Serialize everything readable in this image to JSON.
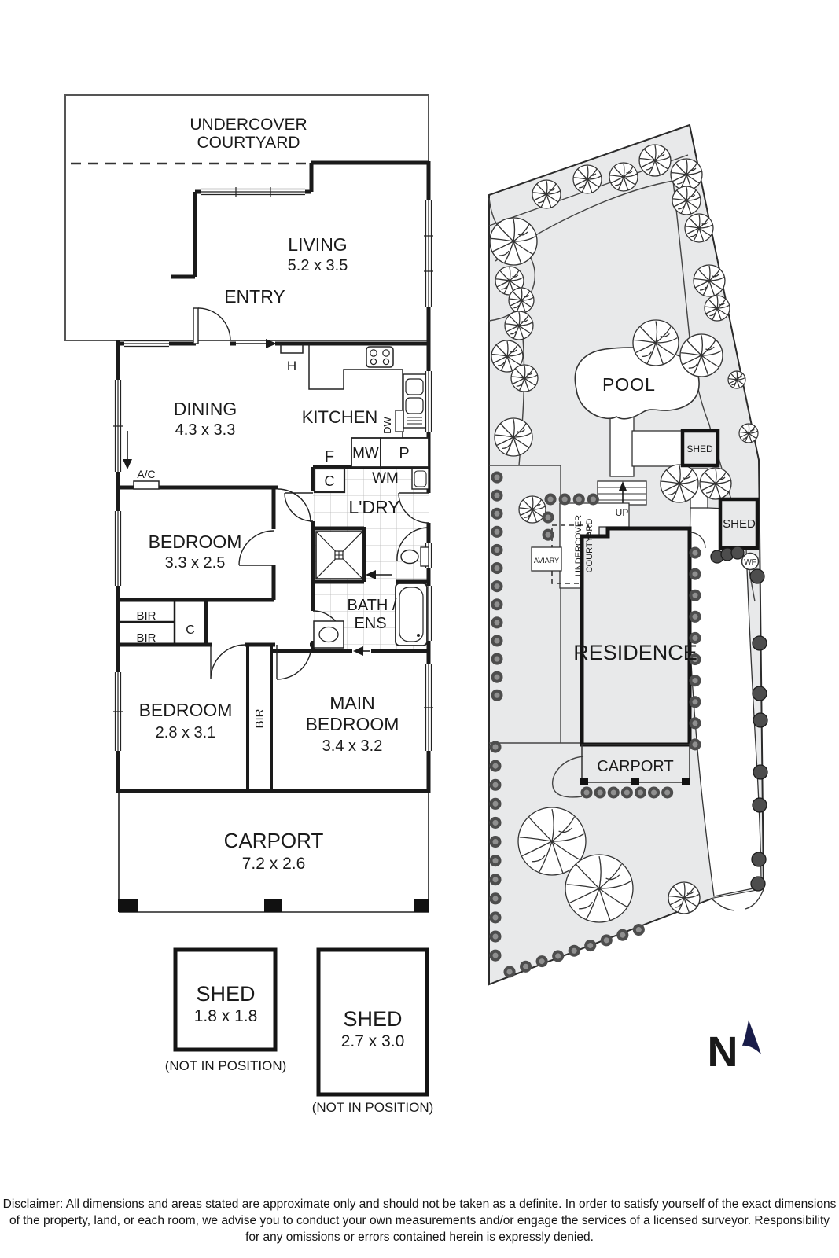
{
  "floorplan": {
    "courtyard": {
      "line1": "UNDERCOVER",
      "line2": "COURTYARD"
    },
    "living": {
      "name": "LIVING",
      "dims": "5.2 x 3.5"
    },
    "entry": {
      "name": "ENTRY"
    },
    "dining": {
      "name": "DINING",
      "dims": "4.3 x 3.3"
    },
    "kitchen": {
      "name": "KITCHEN"
    },
    "laundry": {
      "name": "L'DRY"
    },
    "bath": {
      "line1": "BATH /",
      "line2": "ENS"
    },
    "bedroom1": {
      "name": "BEDROOM",
      "dims": "3.3 x 2.5"
    },
    "bedroom2": {
      "name": "BEDROOM",
      "dims": "2.8 x 3.1"
    },
    "main_bedroom": {
      "line1": "MAIN",
      "line2": "BEDROOM",
      "dims": "3.4 x 3.2"
    },
    "carport": {
      "name": "CARPORT",
      "dims": "7.2 x 2.6"
    },
    "fixtures": {
      "hot_water": "H",
      "fridge": "F",
      "microwave": "MW",
      "pantry": "P",
      "dishwasher": "DW",
      "cupboard_kitchen": "C",
      "washing_machine": "WM",
      "aircon": "A/C",
      "bir_1": "BIR",
      "bir_2": "BIR",
      "cupboard_bedroom": "C",
      "bir_corridor": "BIR"
    },
    "shed1": {
      "name": "SHED",
      "dims": "1.8 x 1.8",
      "note": "(NOT IN POSITION)"
    },
    "shed2": {
      "name": "SHED",
      "dims": "2.7 x 3.0",
      "note": "(NOT IN POSITION)"
    }
  },
  "siteplan": {
    "pool": "POOL",
    "shed_top": "SHED",
    "shed_right": "SHED",
    "residence": "RESIDENCE",
    "carport": "CARPORT",
    "aviary": "AVIARY",
    "courtyard_line1": "UNDERCOVER",
    "courtyard_line2": "COURTYARD",
    "up": "UP",
    "wf": "WF",
    "north": "N"
  },
  "disclaimer": {
    "line1": "Disclaimer: All dimensions and areas stated are approximate only and should not be taken as a definite. In order to satisfy yourself of the exact dimensions",
    "line2": "of the property, land, or each room, we advise you to conduct your own measurements and/or engage the services of a licensed surveyor. Responsibility",
    "line3": "for any omissions or errors contained herein is expressly denied."
  },
  "colors": {
    "wall": "#1a1a1a",
    "site_fill": "#e8e9ea",
    "north": "#191c49"
  }
}
